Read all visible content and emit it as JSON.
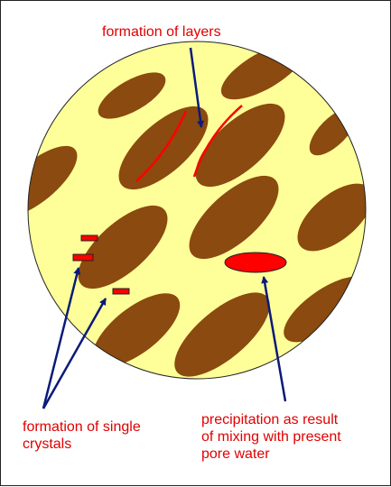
{
  "labels": {
    "layers": "formation of layers",
    "single_line1": "formation of single",
    "single_line2": "crystals",
    "precip_line1": "precipitation as result",
    "precip_line2": "of mixing with present",
    "precip_line3": "pore water"
  },
  "colors": {
    "matrix": "#ffff99",
    "grain": "#8b4a0f",
    "crystal": "#ff0000",
    "arrow": "#0a1a7a",
    "text": "#e00000"
  }
}
